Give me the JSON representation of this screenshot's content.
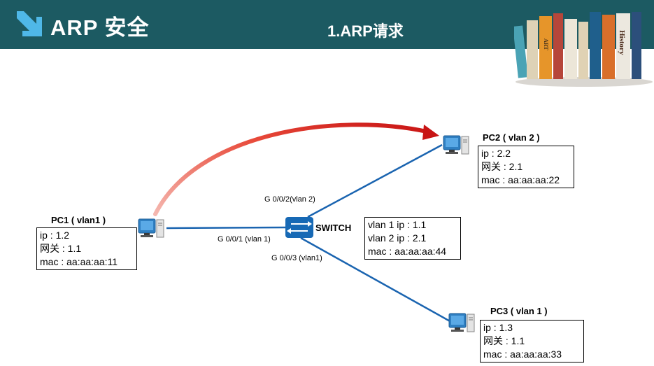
{
  "header": {
    "brand_title": "ARP 安全",
    "slide_title": "1.ARP请求",
    "book_labels": [
      "ART",
      "History"
    ]
  },
  "diagram": {
    "pc1": {
      "label": "PC1 ( vlan1 )",
      "lines": [
        "ip : 1.2",
        "网关 : 1.1",
        "mac : aa:aa:aa:11"
      ]
    },
    "pc2": {
      "label": "PC2 ( vlan 2 )",
      "lines": [
        "ip : 2.2",
        "网关 : 2.1",
        "mac : aa:aa:aa:22"
      ]
    },
    "pc3": {
      "label": "PC3 ( vlan 1 )",
      "lines": [
        "ip : 1.3",
        "网关 : 1.1",
        "mac : aa:aa:aa:33"
      ]
    },
    "switch": {
      "label": "SWITCH",
      "lines": [
        "vlan 1 ip :  1.1",
        "vlan 2 ip :  2.1",
        "mac : aa:aa:aa:44"
      ]
    },
    "ports": {
      "to_pc2": "G 0/0/2(vlan 2)",
      "to_pc1": "G 0/0/1  (vlan 1)",
      "to_pc3": "G 0/0/3  (vlan1)"
    },
    "colors": {
      "header": "#1c5a62",
      "link": "#1a64b0",
      "switch": "#1769b5",
      "arrow": "#e21d1d"
    }
  }
}
